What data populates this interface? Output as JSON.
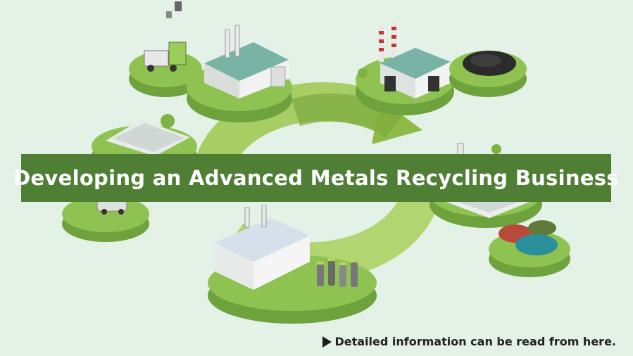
{
  "banner": {
    "title": "Developing an Advanced Metals Recycling Business"
  },
  "link": {
    "label": "Detailed information can be read from here.",
    "icon": "play-triangle-icon"
  },
  "colors": {
    "background": "#e3f1e7",
    "banner": "#4f7f35",
    "banner_text": "#ffffff",
    "island_top": "#8fc351",
    "island_side": "#6ea23c",
    "cycle_arrow": "#9bc84e"
  },
  "illustration": {
    "scenes": [
      "collection-truck-scene",
      "factory-scene",
      "smelter-scene",
      "black-mass-scene",
      "warehouse-scene",
      "car-scene",
      "refinery-scene",
      "metal-lumps-scene",
      "battery-plant-scene"
    ]
  }
}
